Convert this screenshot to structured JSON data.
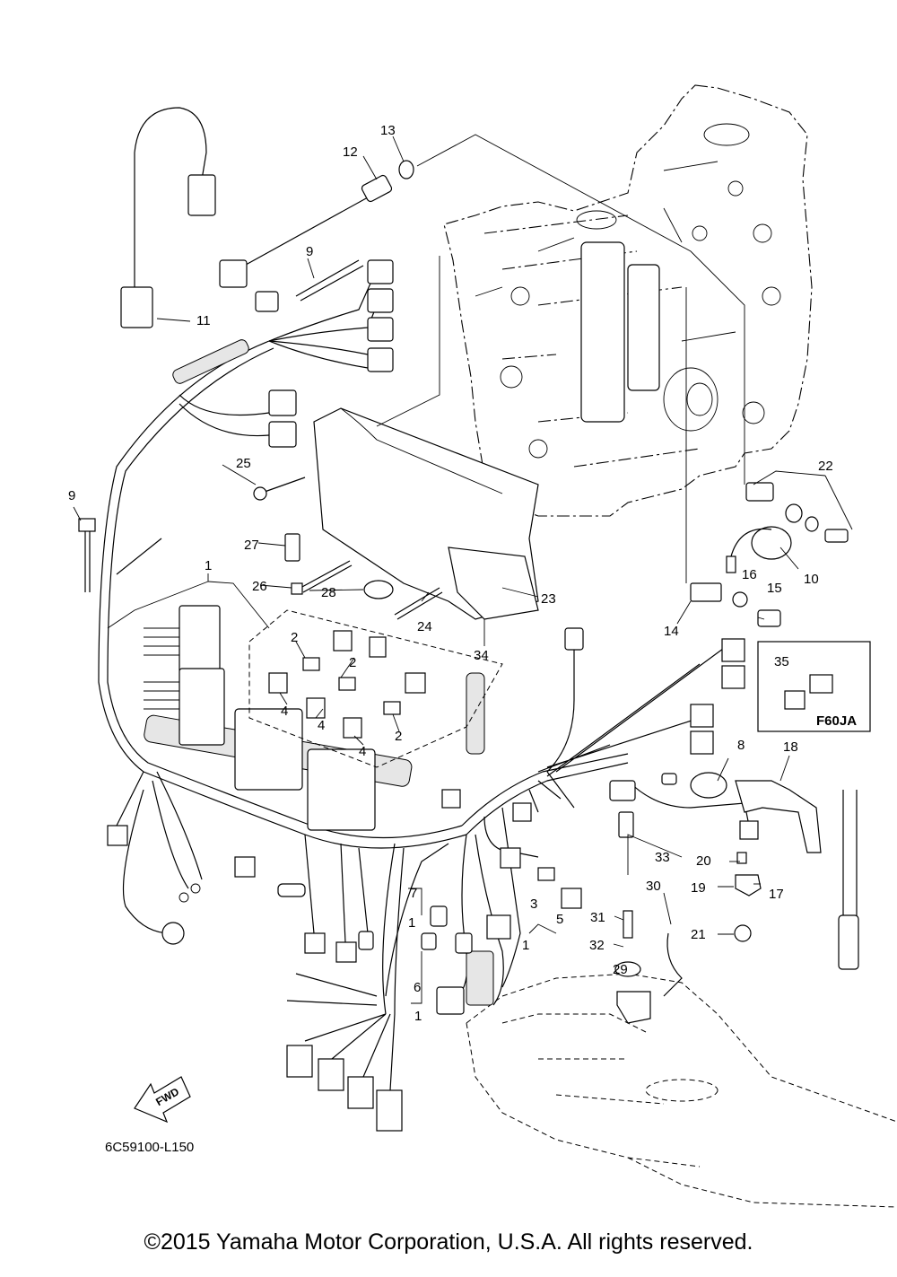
{
  "diagram": {
    "part_code": "6C59100-L150",
    "fwd_label": "FWD",
    "inset_label": "F60JA",
    "callouts": {
      "c1a": "1",
      "c1b": "1",
      "c1c": "1",
      "c1d": "1",
      "c2a": "2",
      "c2b": "2",
      "c2c": "2",
      "c3": "3",
      "c4a": "4",
      "c4b": "4",
      "c4c": "4",
      "c5": "5",
      "c6": "6",
      "c7": "7",
      "c8": "8",
      "c9a": "9",
      "c9b": "9",
      "c10": "10",
      "c11": "11",
      "c12": "12",
      "c13": "13",
      "c14": "14",
      "c15": "15",
      "c16": "16",
      "c17": "17",
      "c18": "18",
      "c19": "19",
      "c20": "20",
      "c21": "21",
      "c22": "22",
      "c23": "23",
      "c24": "24",
      "c25": "25",
      "c26": "26",
      "c27": "27",
      "c28": "28",
      "c29": "29",
      "c30": "30",
      "c31": "31",
      "c32": "32",
      "c33": "33",
      "c34": "34",
      "c35": "35"
    }
  },
  "footer": {
    "copyright": "©2015 Yamaha Motor Corporation, U.S.A. All rights reserved."
  }
}
